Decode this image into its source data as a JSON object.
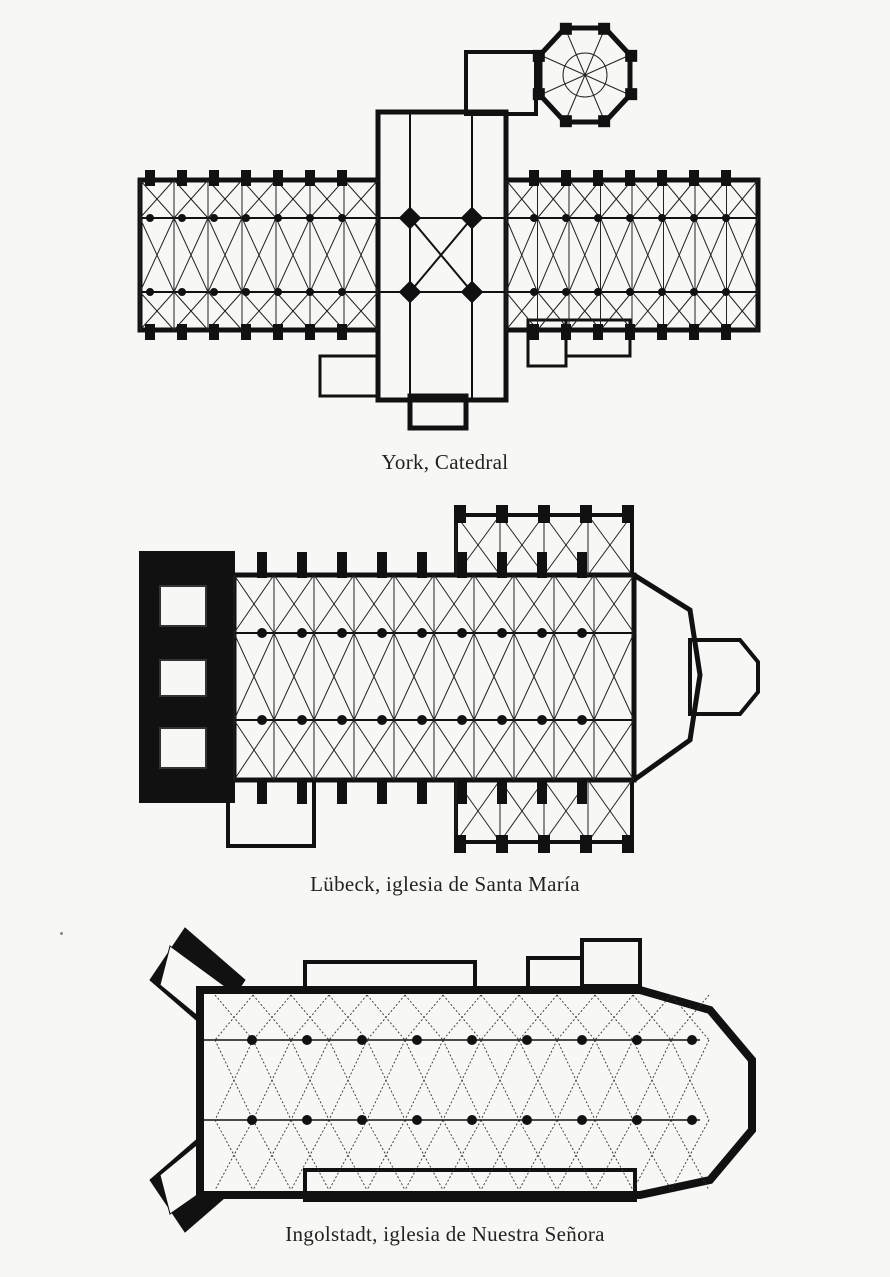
{
  "plates": [
    {
      "id": "york",
      "caption": "York, Catedral",
      "icon": "floor-plan-icon"
    },
    {
      "id": "lubeck",
      "caption": "Lübeck, iglesia de Santa María",
      "icon": "floor-plan-icon"
    },
    {
      "id": "ingolstadt",
      "caption": "Ingolstadt, iglesia de Nuestra Señora",
      "icon": "floor-plan-icon"
    }
  ],
  "colors": {
    "paper": "#f7f7f5",
    "ink": "#111111"
  }
}
